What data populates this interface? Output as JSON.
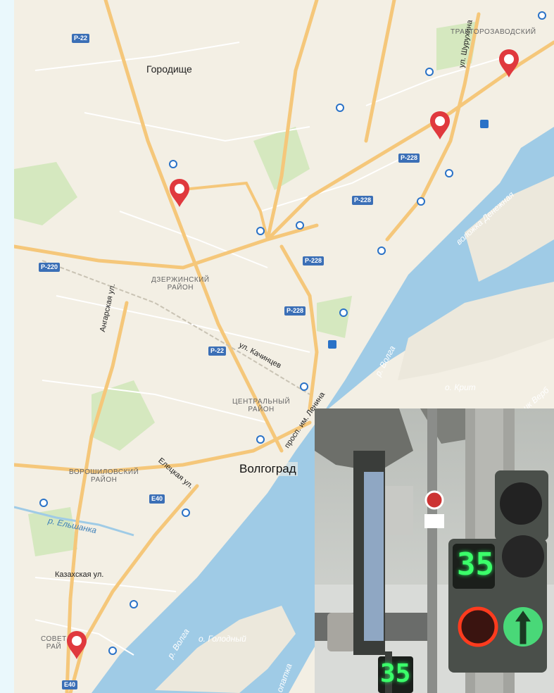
{
  "map": {
    "cities": {
      "gorodishche": "Городище",
      "volgograd": "Волгоград"
    },
    "districts": {
      "traktorozavodsky": "ТРАКТОРОЗАВОДСКИЙ",
      "dzerzhinsky": [
        "ДЗЕРЖИНСКИЙ",
        "РАЙОН"
      ],
      "tsentralny": [
        "ЦЕНТРАЛЬНЫЙ",
        "РАЙОН"
      ],
      "voroshilovsky": [
        "ВОРОШИЛОВСКИЙ",
        "РАЙОН"
      ],
      "sovetsky_partial": [
        "СОВЕТ",
        "РАЙ"
      ]
    },
    "streets": {
      "shurukhina": "ул. Шурухина",
      "angarskaya": "Ангарская ул.",
      "kachintsev": "ул. Качинцев",
      "lenina": "просп. им. Ленина",
      "eletskaya": "Елецкая ул.",
      "kazakhskaya": "Казахская ул."
    },
    "water": {
      "denezhnaya": "воложка Денежная",
      "volga_top": "р. Волга",
      "volga_bottom": "р. Волга",
      "krit": "о. Крит",
      "golodny": "о. Голодный",
      "elshanka": "р. Ельшанка",
      "verb_partial": "ик Верб",
      "patka_partial": "опатка"
    },
    "roads": {
      "p22_top": "P-22",
      "p22_mid": "P-22",
      "p220": "P-220",
      "p228_a": "P-228",
      "p228_b": "P-228",
      "p228_c": "P-228",
      "p228_d": "P-228",
      "e40_a": "E40",
      "e40_b": "E40"
    },
    "colors": {
      "land": "#f3efe4",
      "water": "#9fcbe6",
      "road_major": "#f5c77a",
      "road_minor": "#ffffff",
      "park": "#d5e8bf",
      "marker": "#e0393e"
    }
  },
  "photo": {
    "timer_main": "35",
    "timer_small": "35",
    "colors": {
      "green_digit": "#3bff6a",
      "red_ring": "#ff3b1e",
      "housing": "#4a4f4a"
    }
  }
}
